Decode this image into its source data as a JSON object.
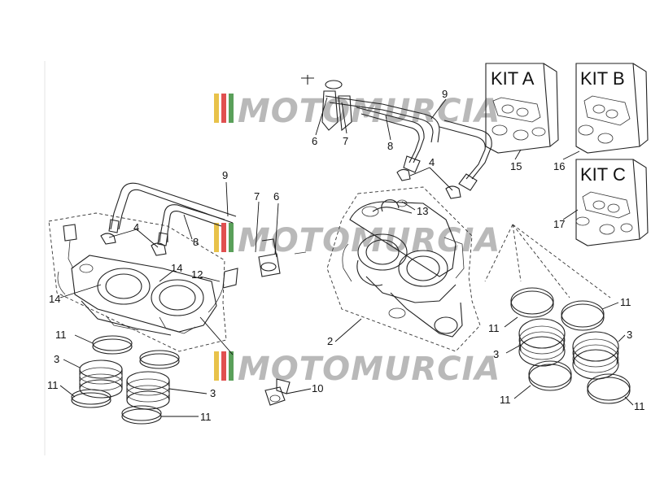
{
  "watermark": {
    "text": "MOTOMURCIA",
    "colors": [
      "#e8c24a",
      "#e05050",
      "#5aa05a"
    ]
  },
  "kits": [
    {
      "id": "kit-a",
      "title": "KIT A"
    },
    {
      "id": "kit-b",
      "title": "KIT B"
    },
    {
      "id": "kit-c",
      "title": "KIT C"
    }
  ],
  "callouts": {
    "c9_top": "9",
    "c6_top": "6",
    "c7_top": "7",
    "c8_top": "8",
    "c4_top": "4",
    "c15": "15",
    "c16": "16",
    "c17": "17",
    "c13": "13",
    "c9_left": "9",
    "c7_mid": "7",
    "c6_mid": "6",
    "c4_left": "4",
    "c8_left": "8",
    "c14_a": "14",
    "c14_b": "14",
    "c12": "12",
    "c2": "2",
    "c10": "10",
    "c11_l1": "11",
    "c3_l1": "3",
    "c11_l2": "11",
    "c3_l2": "3",
    "c11_l3": "11",
    "c11_r1": "11",
    "c11_r2": "11",
    "c3_r1": "3",
    "c3_r2": "3",
    "c11_r3": "11",
    "c11_r4": "11"
  }
}
